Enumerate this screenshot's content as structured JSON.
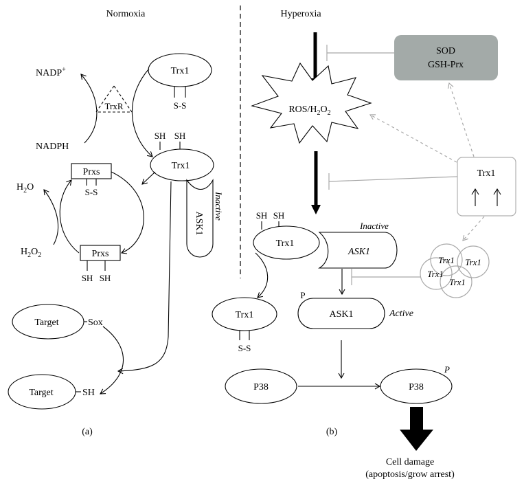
{
  "panel_a": {
    "title": "Normoxia",
    "caption": "(a)",
    "nadp": "NADP",
    "nadp_sup": "+",
    "trxr": "TrxR",
    "nadph": "NADPH",
    "trx1_oxidized": "Trx1",
    "trx1_oxidized_bond": "S-S",
    "trx1_reduced": "Trx1",
    "trx1_reduced_sh_left": "SH",
    "trx1_reduced_sh_right": "SH",
    "ask1": "ASK1",
    "inactive": "Inactive",
    "h2o": "H",
    "h2o_sub": "2",
    "h2o_tail": "O",
    "h2o2": "H",
    "h2o2_sub1": "2",
    "h2o2_mid": "O",
    "h2o2_sub2": "2",
    "prxs_top": "Prxs",
    "prxs_top_bond": "S-S",
    "prxs_bottom": "Prxs",
    "prxs_bottom_sh_left": "SH",
    "prxs_bottom_sh_right": "SH",
    "target_top": "Target",
    "target_top_group": "Sox",
    "target_bottom": "Target",
    "target_bottom_group": "SH"
  },
  "panel_b": {
    "title": "Hyperoxia",
    "caption": "(b)",
    "sod": "SOD",
    "gsh_prx": "GSH-Prx",
    "ros": "ROS/H",
    "ros_sub1": "2",
    "ros_mid": "O",
    "ros_sub2": "2",
    "trx1_box": "Trx1",
    "up_arrows": "↑    ↑",
    "cluster": [
      "Trx1",
      "Trx1",
      "Trx1",
      "Trx1"
    ],
    "trx1_complex": "Trx1",
    "trx1_complex_sh_left": "SH",
    "trx1_complex_sh_right": "SH",
    "ask1_inactive": "ASK1",
    "inactive": "Inactive",
    "ask1_active": "ASK1",
    "ask1_phospho": "P",
    "active": "Active",
    "trx1_oxidized": "Trx1",
    "trx1_oxidized_bond": "S-S",
    "p38_left": "P38",
    "p38_right": "P38",
    "p38_phospho": "P",
    "outcome_line1": "Cell damage",
    "outcome_line2": "(apoptosis/grow arrest)"
  },
  "colors": {
    "sod_box": "#a3aaa8",
    "inhibitor_gray": "#a8a8a8",
    "ink": "#000000"
  }
}
